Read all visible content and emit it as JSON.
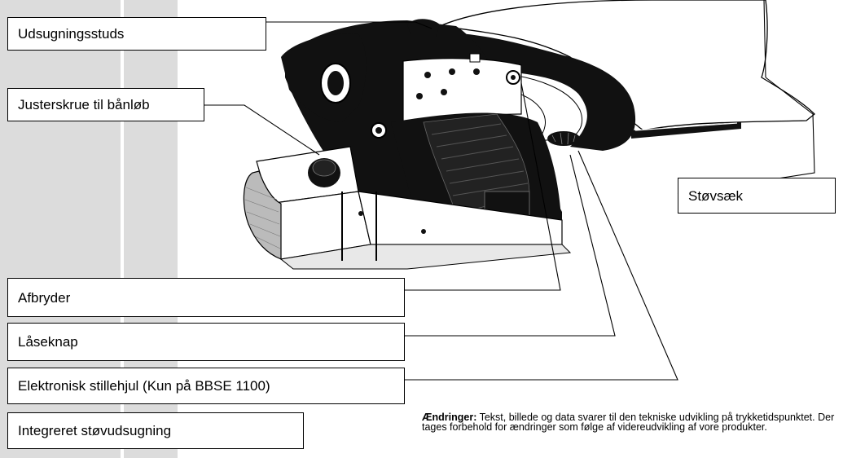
{
  "labels": {
    "udsugningsstuds": "Udsugningsstuds",
    "justerskrue": "Justerskrue til bånløb",
    "stovsaek": "Støvsæk",
    "afbryder": "Afbryder",
    "laseknap": "Låseknap",
    "stillehjul": "Elektronisk stillehjul (Kun på  BBSE 1100)",
    "stovudsugning": "Integreret støvudsugning"
  },
  "note": {
    "heading": "Ændringer:",
    "text": " Tekst, billede og data svarer til den tekniske udvikling på trykketidspunktet. Der tages forbehold for ændringer som følge af videreudvikling af vore produkter."
  }
}
